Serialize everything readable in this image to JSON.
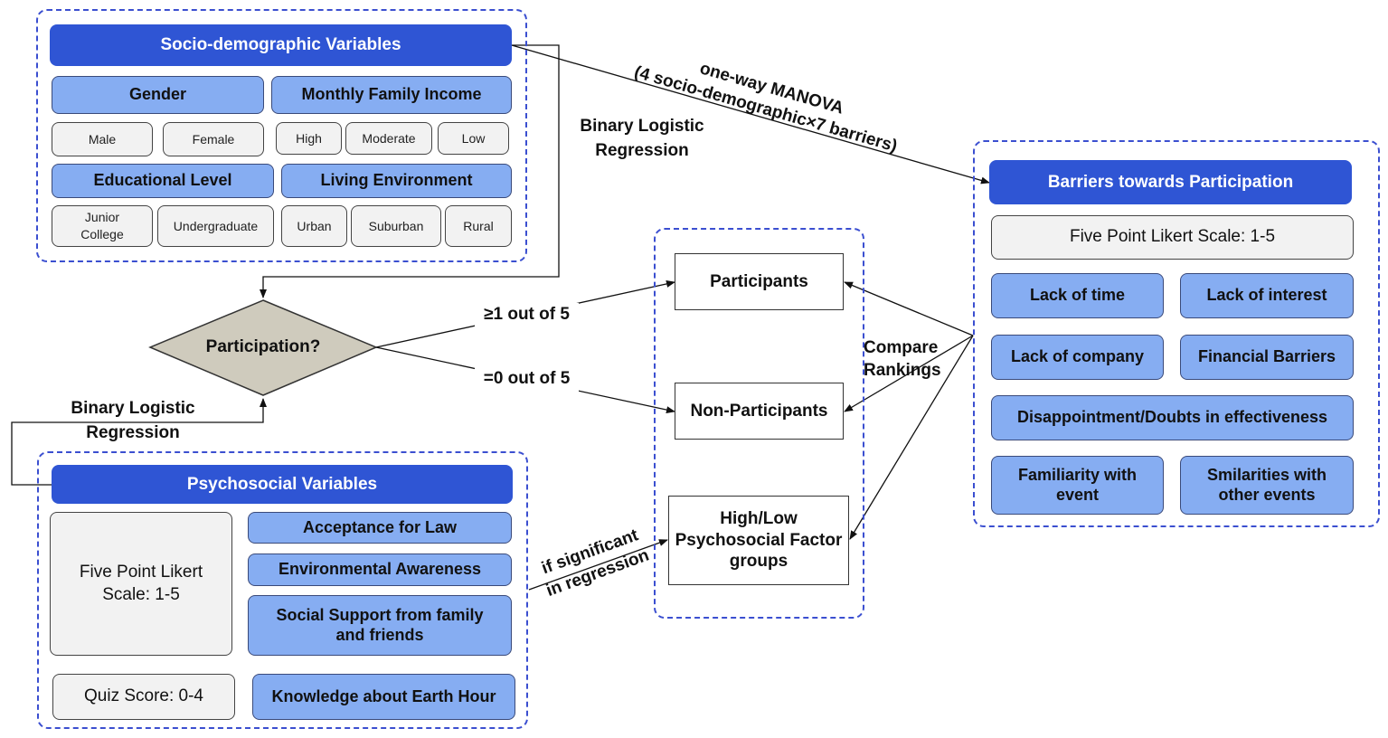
{
  "socio": {
    "title": "Socio-demographic Variables",
    "gender": {
      "label": "Gender",
      "options": [
        "Male",
        "Female"
      ]
    },
    "income": {
      "label": "Monthly Family Income",
      "options": [
        "High",
        "Moderate",
        "Low"
      ]
    },
    "education": {
      "label": "Educational Level",
      "options": [
        "Junior\nCollege",
        "Undergraduate"
      ]
    },
    "living": {
      "label": "Living Environment",
      "options": [
        "Urban",
        "Suburban",
        "Rural"
      ]
    }
  },
  "edges": {
    "manova_line1": "one-way MANOVA",
    "manova_line2": "(4 socio-demographic×7 barriers)",
    "blr_top_line1": "Binary Logistic",
    "blr_top_line2": "Regression",
    "blr_bottom_line1": "Binary Logistic",
    "blr_bottom_line2": "Regression",
    "yes_branch": "≥1 out of 5",
    "no_branch": "=0 out of 5",
    "compare_line1": "Compare",
    "compare_line2": "Rankings",
    "sig_line1": "if significant",
    "sig_line2": "in regression"
  },
  "decision": {
    "label": "Participation?",
    "fill": "#cfcbbd"
  },
  "groups": {
    "participants": "Participants",
    "non_participants": "Non-Participants",
    "high_low": "High/Low\nPsychosocial Factor\ngroups"
  },
  "barriers": {
    "title": "Barriers towards Participation",
    "scale": "Five Point Likert Scale: 1-5",
    "items": [
      "Lack of time",
      "Lack of interest",
      "Lack of company",
      "Financial Barriers",
      "Disappointment/Doubts in effectiveness",
      "Familiarity with\nevent",
      "Smilarities with\nother events"
    ]
  },
  "psycho": {
    "title": "Psychosocial Variables",
    "scale": "Five Point Likert\nScale: 1-5",
    "quiz": "Quiz Score: 0-4",
    "items": [
      "Acceptance for Law",
      "Environmental Awareness",
      "Social Support from family\nand friends",
      "Knowledge about Earth Hour"
    ]
  },
  "colors": {
    "header_blue": "#2f55d4",
    "item_blue": "#86adf2",
    "dashed_border": "#3b4fd0",
    "neutral_box": "#f2f2f2"
  }
}
